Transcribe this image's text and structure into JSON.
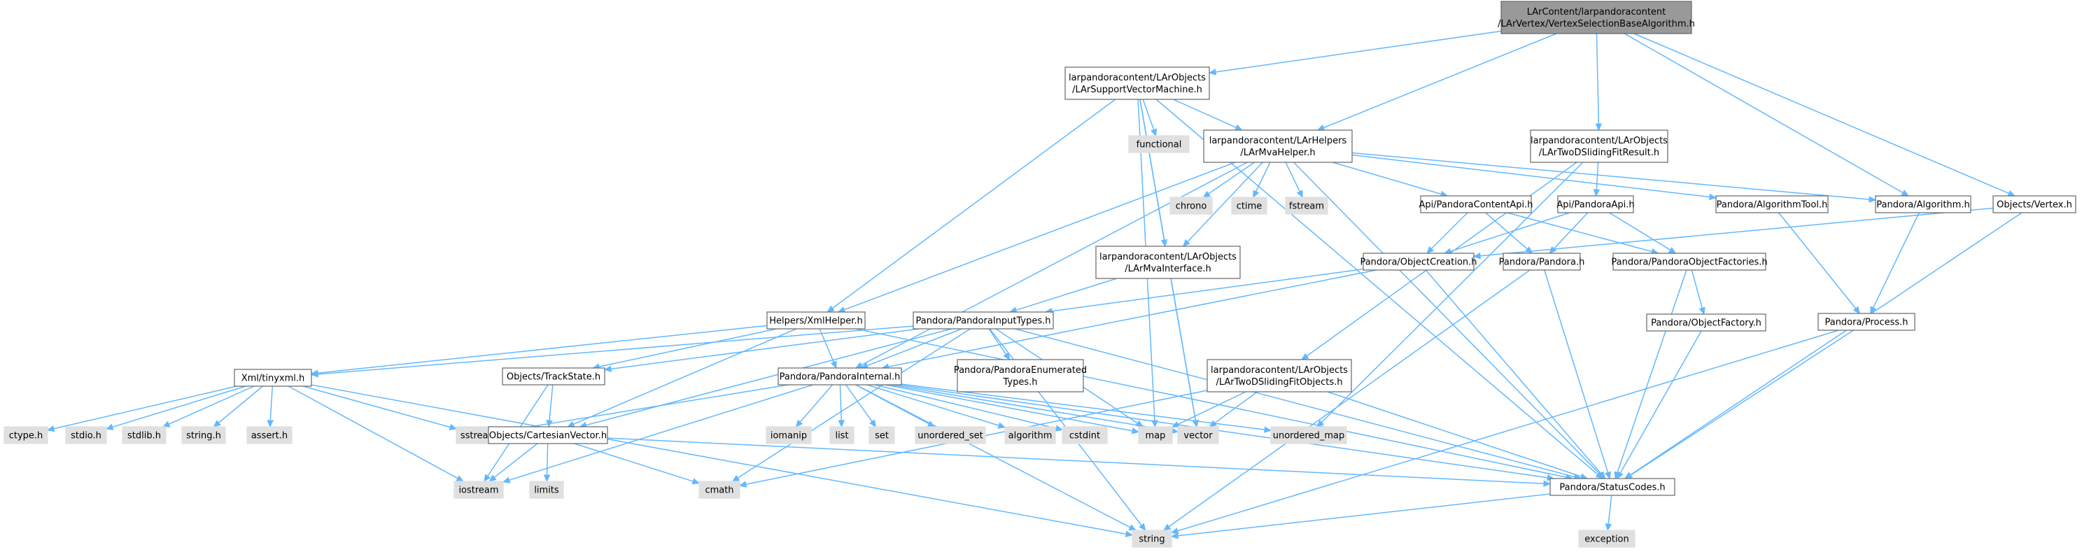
{
  "colors": {
    "edge": "#63b8ff",
    "root_fill": "#999999",
    "internal_fill": "#ffffff",
    "system_fill": "#e0e0e0",
    "border": "#666666"
  },
  "nodes": [
    {
      "id": "root",
      "kind": "root",
      "lines": [
        "LArContent/larpandoracontent",
        "/LArVertex/VertexSelectionBaseAlgorithm.h"
      ]
    },
    {
      "id": "svm",
      "kind": "internal",
      "lines": [
        "larpandoracontent/LArObjects",
        "/LArSupportVectorMachine.h"
      ]
    },
    {
      "id": "functional",
      "kind": "system",
      "lines": [
        "functional"
      ]
    },
    {
      "id": "mvahelper",
      "kind": "internal",
      "lines": [
        "larpandoracontent/LArHelpers",
        "/LArMvaHelper.h"
      ]
    },
    {
      "id": "twodfitresult",
      "kind": "internal",
      "lines": [
        "larpandoracontent/LArObjects",
        "/LArTwoDSlidingFitResult.h"
      ]
    },
    {
      "id": "chrono",
      "kind": "system",
      "lines": [
        "chrono"
      ]
    },
    {
      "id": "ctime",
      "kind": "system",
      "lines": [
        "ctime"
      ]
    },
    {
      "id": "fstream",
      "kind": "system",
      "lines": [
        "fstream"
      ]
    },
    {
      "id": "contentapi",
      "kind": "internal",
      "lines": [
        "Api/PandoraContentApi.h"
      ]
    },
    {
      "id": "pandoraapi",
      "kind": "internal",
      "lines": [
        "Api/PandoraApi.h"
      ]
    },
    {
      "id": "algtool",
      "kind": "internal",
      "lines": [
        "Pandora/AlgorithmTool.h"
      ]
    },
    {
      "id": "algorithm",
      "kind": "internal",
      "lines": [
        "Pandora/Algorithm.h"
      ]
    },
    {
      "id": "vertex",
      "kind": "internal",
      "lines": [
        "Objects/Vertex.h"
      ]
    },
    {
      "id": "mvainterface",
      "kind": "internal",
      "lines": [
        "larpandoracontent/LArObjects",
        "/LArMvaInterface.h"
      ]
    },
    {
      "id": "objcreation",
      "kind": "internal",
      "lines": [
        "Pandora/ObjectCreation.h"
      ]
    },
    {
      "id": "pandora",
      "kind": "internal",
      "lines": [
        "Pandora/Pandora.h"
      ]
    },
    {
      "id": "objfactories",
      "kind": "internal",
      "lines": [
        "Pandora/PandoraObjectFactories.h"
      ]
    },
    {
      "id": "xmlhelper",
      "kind": "internal",
      "lines": [
        "Helpers/XmlHelper.h"
      ]
    },
    {
      "id": "inputtypes",
      "kind": "internal",
      "lines": [
        "Pandora/PandoraInputTypes.h"
      ]
    },
    {
      "id": "objfactory",
      "kind": "internal",
      "lines": [
        "Pandora/ObjectFactory.h"
      ]
    },
    {
      "id": "process",
      "kind": "internal",
      "lines": [
        "Pandora/Process.h"
      ]
    },
    {
      "id": "tinyxml",
      "kind": "internal",
      "lines": [
        "Xml/tinyxml.h"
      ]
    },
    {
      "id": "trackstate",
      "kind": "internal",
      "lines": [
        "Objects/TrackState.h"
      ]
    },
    {
      "id": "enumtypes",
      "kind": "internal",
      "lines": [
        "Pandora/PandoraEnumerated",
        "Types.h"
      ]
    },
    {
      "id": "internalh",
      "kind": "internal",
      "lines": [
        "Pandora/PandoraInternal.h"
      ]
    },
    {
      "id": "twodfitobjects",
      "kind": "internal",
      "lines": [
        "larpandoracontent/LArObjects",
        "/LArTwoDSlidingFitObjects.h"
      ]
    },
    {
      "id": "ctypeh",
      "kind": "system",
      "lines": [
        "ctype.h"
      ]
    },
    {
      "id": "stdioh",
      "kind": "system",
      "lines": [
        "stdio.h"
      ]
    },
    {
      "id": "stdlibh",
      "kind": "system",
      "lines": [
        "stdlib.h"
      ]
    },
    {
      "id": "stringh",
      "kind": "system",
      "lines": [
        "string.h"
      ]
    },
    {
      "id": "asserth",
      "kind": "system",
      "lines": [
        "assert.h"
      ]
    },
    {
      "id": "sstream",
      "kind": "system",
      "lines": [
        "sstream"
      ]
    },
    {
      "id": "cartesian",
      "kind": "internal",
      "lines": [
        "Objects/CartesianVector.h"
      ]
    },
    {
      "id": "iomanip",
      "kind": "system",
      "lines": [
        "iomanip"
      ]
    },
    {
      "id": "list",
      "kind": "system",
      "lines": [
        "list"
      ]
    },
    {
      "id": "set",
      "kind": "system",
      "lines": [
        "set"
      ]
    },
    {
      "id": "unordered_set",
      "kind": "system",
      "lines": [
        "unordered_set"
      ]
    },
    {
      "id": "algorithmstd",
      "kind": "system",
      "lines": [
        "algorithm"
      ]
    },
    {
      "id": "cstdint",
      "kind": "system",
      "lines": [
        "cstdint"
      ]
    },
    {
      "id": "map",
      "kind": "system",
      "lines": [
        "map"
      ]
    },
    {
      "id": "vector",
      "kind": "system",
      "lines": [
        "vector"
      ]
    },
    {
      "id": "unordered_map",
      "kind": "system",
      "lines": [
        "unordered_map"
      ]
    },
    {
      "id": "iostream",
      "kind": "system",
      "lines": [
        "iostream"
      ]
    },
    {
      "id": "limits",
      "kind": "system",
      "lines": [
        "limits"
      ]
    },
    {
      "id": "cmath",
      "kind": "system",
      "lines": [
        "cmath"
      ]
    },
    {
      "id": "statuscodes",
      "kind": "internal",
      "lines": [
        "Pandora/StatusCodes.h"
      ]
    },
    {
      "id": "string",
      "kind": "system",
      "lines": [
        "string"
      ]
    },
    {
      "id": "exception",
      "kind": "system",
      "lines": [
        "exception"
      ]
    }
  ],
  "edges": [
    [
      "root",
      "svm"
    ],
    [
      "root",
      "mvahelper"
    ],
    [
      "root",
      "twodfitresult"
    ],
    [
      "root",
      "algorithm"
    ],
    [
      "root",
      "vertex"
    ],
    [
      "svm",
      "functional"
    ],
    [
      "svm",
      "mvahelper"
    ],
    [
      "svm",
      "mvainterface"
    ],
    [
      "svm",
      "xmlhelper"
    ],
    [
      "svm",
      "map"
    ],
    [
      "svm",
      "vector"
    ],
    [
      "svm",
      "statuscodes"
    ],
    [
      "mvahelper",
      "chrono"
    ],
    [
      "mvahelper",
      "ctime"
    ],
    [
      "mvahelper",
      "fstream"
    ],
    [
      "mvahelper",
      "contentapi"
    ],
    [
      "mvahelper",
      "algtool"
    ],
    [
      "mvahelper",
      "algorithm"
    ],
    [
      "mvahelper",
      "mvainterface"
    ],
    [
      "mvahelper",
      "xmlhelper"
    ],
    [
      "mvahelper",
      "internalh"
    ],
    [
      "mvahelper",
      "statuscodes"
    ],
    [
      "twodfitresult",
      "pandoraapi"
    ],
    [
      "twodfitresult",
      "twodfitobjects"
    ],
    [
      "twodfitresult",
      "unordered_map"
    ],
    [
      "contentapi",
      "objcreation"
    ],
    [
      "contentapi",
      "pandora"
    ],
    [
      "contentapi",
      "objfactories"
    ],
    [
      "pandoraapi",
      "objcreation"
    ],
    [
      "pandoraapi",
      "pandora"
    ],
    [
      "pandoraapi",
      "objfactories"
    ],
    [
      "algtool",
      "process"
    ],
    [
      "algorithm",
      "process"
    ],
    [
      "vertex",
      "objcreation"
    ],
    [
      "vertex",
      "statuscodes"
    ],
    [
      "mvainterface",
      "inputtypes"
    ],
    [
      "mvainterface",
      "vector"
    ],
    [
      "objcreation",
      "inputtypes"
    ],
    [
      "objcreation",
      "internalh"
    ],
    [
      "objcreation",
      "statuscodes"
    ],
    [
      "pandora",
      "statuscodes"
    ],
    [
      "pandora",
      "string"
    ],
    [
      "objfactories",
      "objfactory"
    ],
    [
      "objfactories",
      "statuscodes"
    ],
    [
      "objfactory",
      "statuscodes"
    ],
    [
      "process",
      "statuscodes"
    ],
    [
      "process",
      "string"
    ],
    [
      "xmlhelper",
      "tinyxml"
    ],
    [
      "xmlhelper",
      "trackstate"
    ],
    [
      "xmlhelper",
      "cartesian"
    ],
    [
      "xmlhelper",
      "internalh"
    ],
    [
      "xmlhelper",
      "statuscodes"
    ],
    [
      "inputtypes",
      "enumtypes"
    ],
    [
      "inputtypes",
      "trackstate"
    ],
    [
      "inputtypes",
      "cartesian"
    ],
    [
      "inputtypes",
      "internalh"
    ],
    [
      "inputtypes",
      "statuscodes"
    ],
    [
      "inputtypes",
      "cmath"
    ],
    [
      "inputtypes",
      "string"
    ],
    [
      "inputtypes",
      "map"
    ],
    [
      "inputtypes",
      "tinyxml"
    ],
    [
      "tinyxml",
      "ctypeh"
    ],
    [
      "tinyxml",
      "stdioh"
    ],
    [
      "tinyxml",
      "stdlibh"
    ],
    [
      "tinyxml",
      "stringh"
    ],
    [
      "tinyxml",
      "asserth"
    ],
    [
      "tinyxml",
      "sstream"
    ],
    [
      "tinyxml",
      "iostream"
    ],
    [
      "tinyxml",
      "string"
    ],
    [
      "trackstate",
      "cartesian"
    ],
    [
      "trackstate",
      "iostream"
    ],
    [
      "internalh",
      "sstream"
    ],
    [
      "internalh",
      "iostream"
    ],
    [
      "internalh",
      "iomanip"
    ],
    [
      "internalh",
      "list"
    ],
    [
      "internalh",
      "set"
    ],
    [
      "internalh",
      "unordered_set"
    ],
    [
      "internalh",
      "algorithmstd"
    ],
    [
      "internalh",
      "cstdint"
    ],
    [
      "internalh",
      "map"
    ],
    [
      "internalh",
      "vector"
    ],
    [
      "internalh",
      "unordered_map"
    ],
    [
      "internalh",
      "string"
    ],
    [
      "internalh",
      "statuscodes"
    ],
    [
      "twodfitobjects",
      "map"
    ],
    [
      "twodfitobjects",
      "vector"
    ],
    [
      "twodfitobjects",
      "cmath"
    ],
    [
      "twodfitobjects",
      "statuscodes"
    ],
    [
      "cartesian",
      "iostream"
    ],
    [
      "cartesian",
      "limits"
    ],
    [
      "cartesian",
      "cmath"
    ],
    [
      "cartesian",
      "statuscodes"
    ],
    [
      "statuscodes",
      "exception"
    ],
    [
      "statuscodes",
      "string"
    ]
  ]
}
